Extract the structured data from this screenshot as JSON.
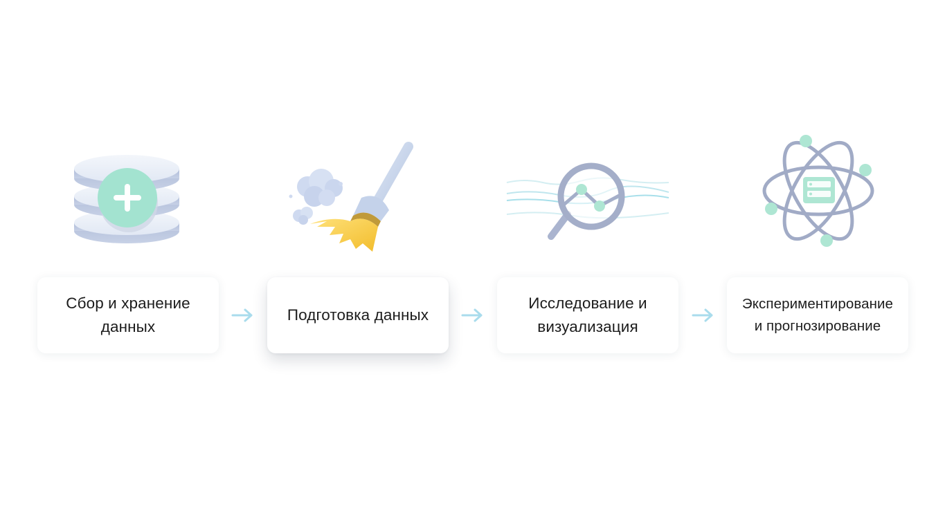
{
  "steps": [
    {
      "id": "collect",
      "label": "Сбор и хранение\nданных",
      "icon": "database-plus-icon",
      "active": false
    },
    {
      "id": "prepare",
      "label": "Подготовка данных",
      "icon": "broom-icon",
      "active": true
    },
    {
      "id": "explore",
      "label": "Исследование и\nвизуализация",
      "icon": "magnifier-chart-icon",
      "active": false
    },
    {
      "id": "experiment",
      "label": "Экспериментирование\nи прогнозирование",
      "icon": "atom-server-icon",
      "active": false
    }
  ],
  "colors": {
    "background": "#ffffff",
    "text": "#1c1c1c",
    "arrow": "#a9dcec",
    "mint": "#9fe0cc",
    "slate": "#9aa6c4",
    "broom_yellow": "#f5c93f"
  }
}
